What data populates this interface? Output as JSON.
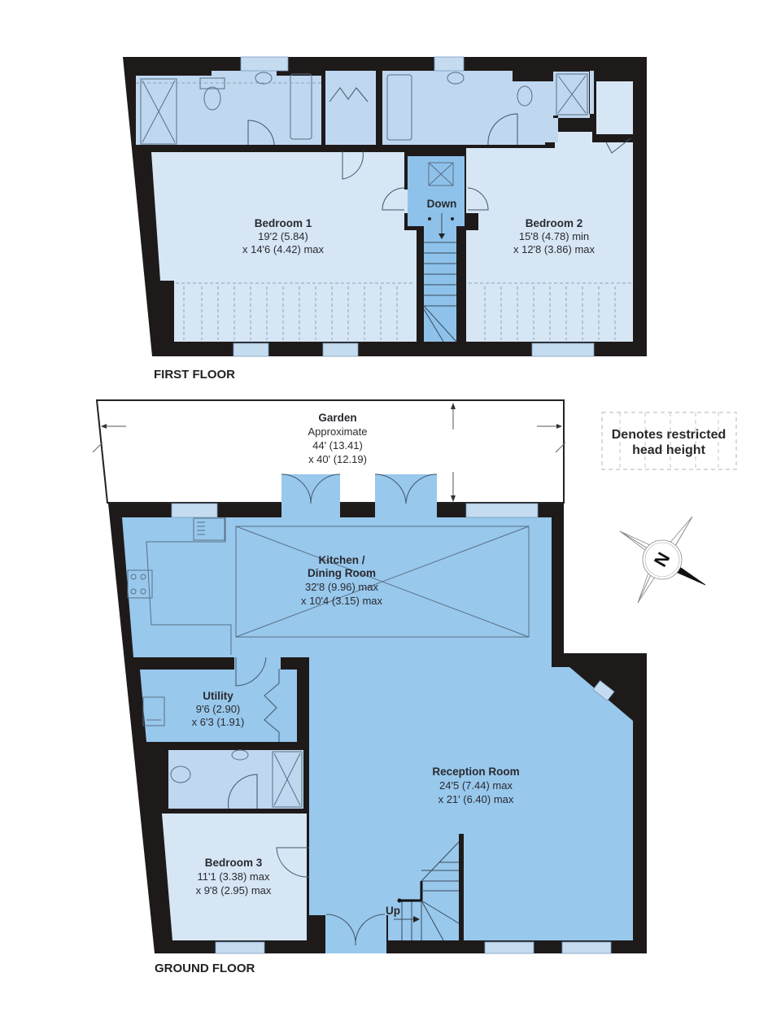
{
  "first_floor": {
    "label": "FIRST FLOOR",
    "stair_label": "Down",
    "rooms": [
      {
        "name": "Bedroom 1",
        "dim1": "19'2 (5.84)",
        "dim2": "x 14'6 (4.42) max"
      },
      {
        "name": "Bedroom 2",
        "dim1": "15'8 (4.78) min",
        "dim2": "x 12'8 (3.86) max"
      }
    ]
  },
  "ground_floor": {
    "label": "GROUND FLOOR",
    "stair_label": "Up",
    "garden": {
      "name": "Garden",
      "note": "Approximate",
      "dim1": "44' (13.41)",
      "dim2": "x 40' (12.19)"
    },
    "rooms": [
      {
        "name": "Kitchen /",
        "name2": "Dining Room",
        "dim1": "32'8 (9.96) max",
        "dim2": "x 10'4 (3.15) max"
      },
      {
        "name": "Utility",
        "dim1": "9'6 (2.90)",
        "dim2": "x 6'3 (1.91)"
      },
      {
        "name": "Reception Room",
        "dim1": "24'5 (7.44) max",
        "dim2": "x 21' (6.40) max"
      },
      {
        "name": "Bedroom 3",
        "dim1": "11'1 (3.38) max",
        "dim2": "x 9'8 (2.95) max"
      }
    ]
  },
  "legend": {
    "line1": "Denotes restricted",
    "line2": "head height"
  },
  "compass": {
    "label": "N",
    "icon": "compass-rose-icon"
  },
  "colors": {
    "wall": "#1e1a1a",
    "room_light": "#d6e6f5",
    "room_bath": "#bfd7ef",
    "room_blue": "#98c8ec",
    "text": "#2a2a30"
  }
}
